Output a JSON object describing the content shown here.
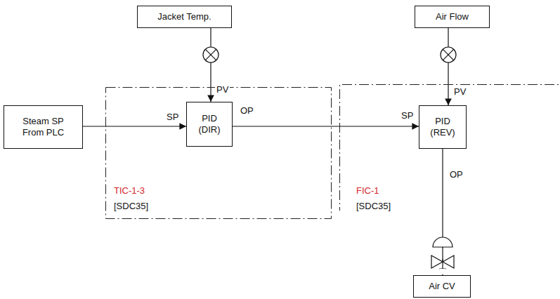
{
  "diagram": {
    "nodes": [
      {
        "text": [
          "Jacket Temp."
        ]
      },
      {
        "text": [
          "Air Flow"
        ]
      },
      {
        "text": [
          "Steam SP From PLC"
        ]
      },
      {
        "text": [
          "TIC-1-3",
          "[SDC35]"
        ]
      },
      {
        "text": [
          "PID (DIR)"
        ],
        "in": 3
      },
      {
        "text": [
          "FIC-1",
          "[SDC35]"
        ]
      },
      {
        "text": [
          "PID (REV)"
        ],
        "in": 5
      },
      {
        "text": [
          "Air CV"
        ]
      }
    ],
    "edges": [
      {
        "from": 2,
        "to": 4,
        "arrow": "to",
        "label": "SP"
      },
      {
        "from": 0,
        "to": 4,
        "arrow": "to",
        "label": "PV"
      },
      {
        "from": 4,
        "to": 6,
        "arrow": "to",
        "label": "SP"
      },
      {
        "from": 1,
        "to": 6,
        "arrow": "to",
        "label": "PV"
      },
      {
        "from": 6,
        "to": 7,
        "arrow": "to",
        "label": "OP"
      }
    ],
    "labels": [
      "OP"
    ]
  }
}
